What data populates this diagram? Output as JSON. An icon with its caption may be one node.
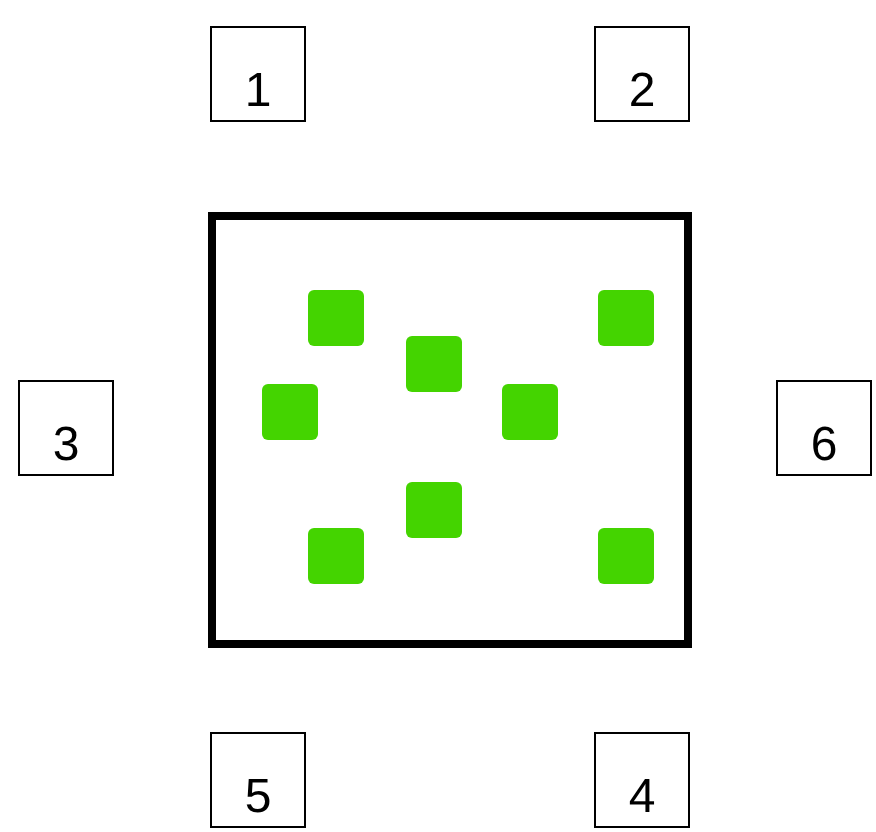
{
  "diagram": {
    "nodes": [
      {
        "text": [
          "1"
        ]
      },
      {
        "text": [
          "2"
        ]
      },
      {
        "text": [],
        "shape": "box"
      },
      {
        "text": [],
        "shape": "box",
        "in": 2
      },
      {
        "text": [],
        "shape": "box",
        "in": 2
      },
      {
        "text": [],
        "shape": "box",
        "in": 2
      },
      {
        "text": [],
        "shape": "box",
        "in": 2
      },
      {
        "text": [],
        "shape": "box",
        "in": 2
      },
      {
        "text": [],
        "shape": "box",
        "in": 2
      },
      {
        "text": [],
        "shape": "box",
        "in": 2
      },
      {
        "text": [],
        "shape": "box",
        "in": 2
      },
      {
        "text": [
          "3"
        ]
      },
      {
        "text": [
          "6"
        ]
      },
      {
        "text": [
          "5"
        ]
      },
      {
        "text": [
          "4"
        ]
      }
    ]
  }
}
